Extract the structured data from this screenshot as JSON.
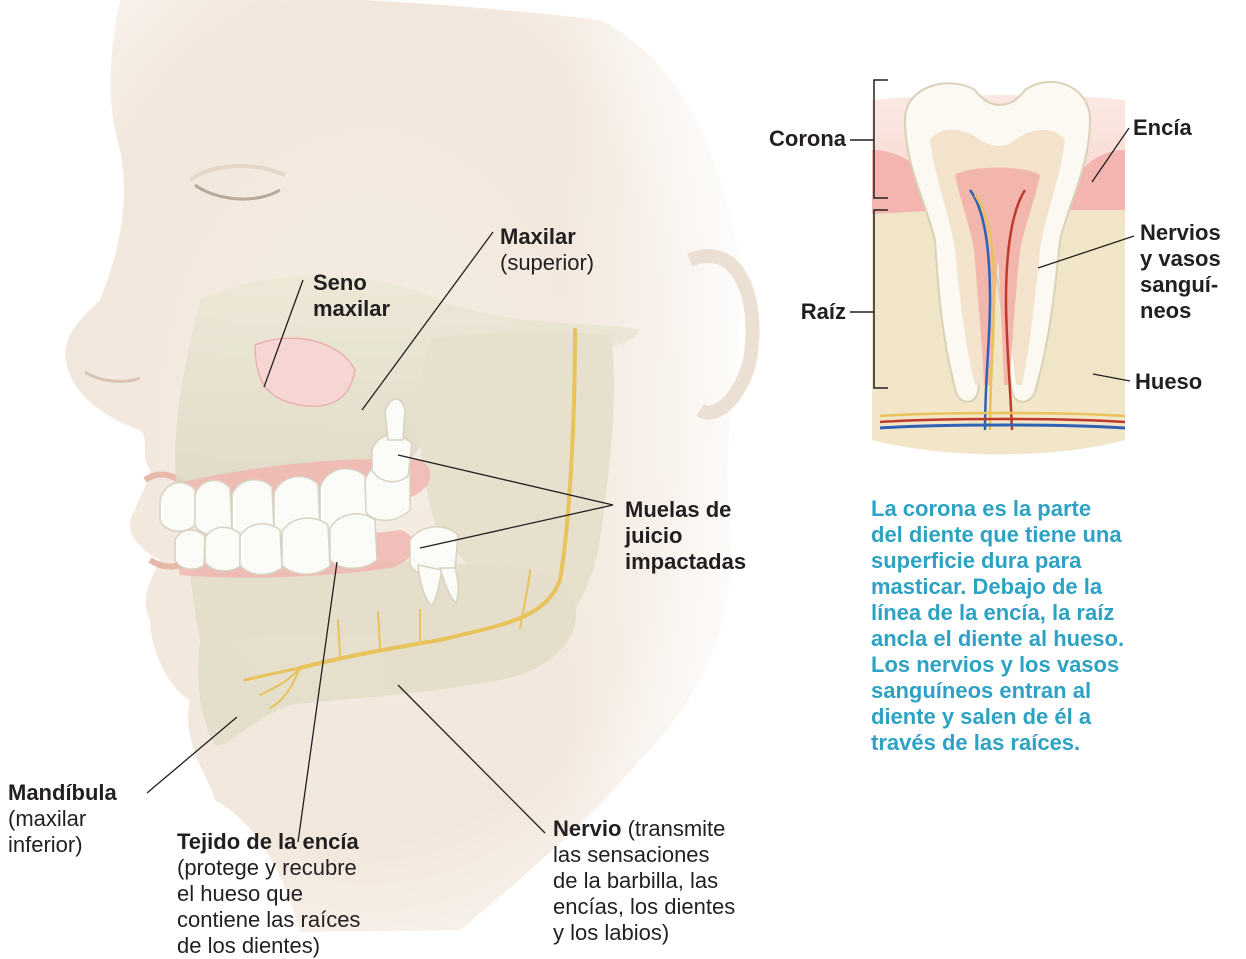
{
  "labels": {
    "maxilar": {
      "bold": "Maxilar",
      "rest": "(superior)"
    },
    "seno": {
      "lines": [
        "Seno",
        "maxilar"
      ]
    },
    "muelas": {
      "lines": [
        "Muelas de",
        "juicio",
        "impactadas"
      ]
    },
    "mandibula": {
      "bold": "Mandíbula",
      "rest": [
        "(maxilar",
        "inferior)"
      ]
    },
    "tejido": {
      "bold": "Tejido de la encía",
      "rest": [
        "(protege y recubre",
        "el hueso que",
        "contiene las raíces",
        "de los dientes)"
      ]
    },
    "nervio": {
      "bold": "Nervio",
      "first_rest": " (transmite",
      "rest": [
        "las sensaciones",
        "de la barbilla, las",
        "encías, los dientes",
        "y los labios)"
      ]
    },
    "corona": "Corona",
    "raiz": "Raíz",
    "encia": "Encía",
    "nervios_vasos": {
      "lines": [
        "Nervios",
        "y vasos",
        "sanguí-",
        "neos"
      ]
    },
    "hueso": "Hueso"
  },
  "caption": {
    "lines": [
      "La corona es la parte",
      "del diente que tiene una",
      "superficie dura para",
      "masticar. Debajo de la",
      "línea de la encía, la raíz",
      "ancla el diente al hueso.",
      "Los nervios y los vasos",
      "sanguíneos entran al",
      "diente y salen de él a",
      "través de las raíces."
    ],
    "color": "#2ea2c4"
  },
  "colors": {
    "skin": "#f3e9df",
    "bone": "#e6e2cf",
    "gum": "#f2b7b3",
    "nerve": "#e8c25a",
    "tooth": "#fafaf6",
    "text": "#231f20"
  }
}
